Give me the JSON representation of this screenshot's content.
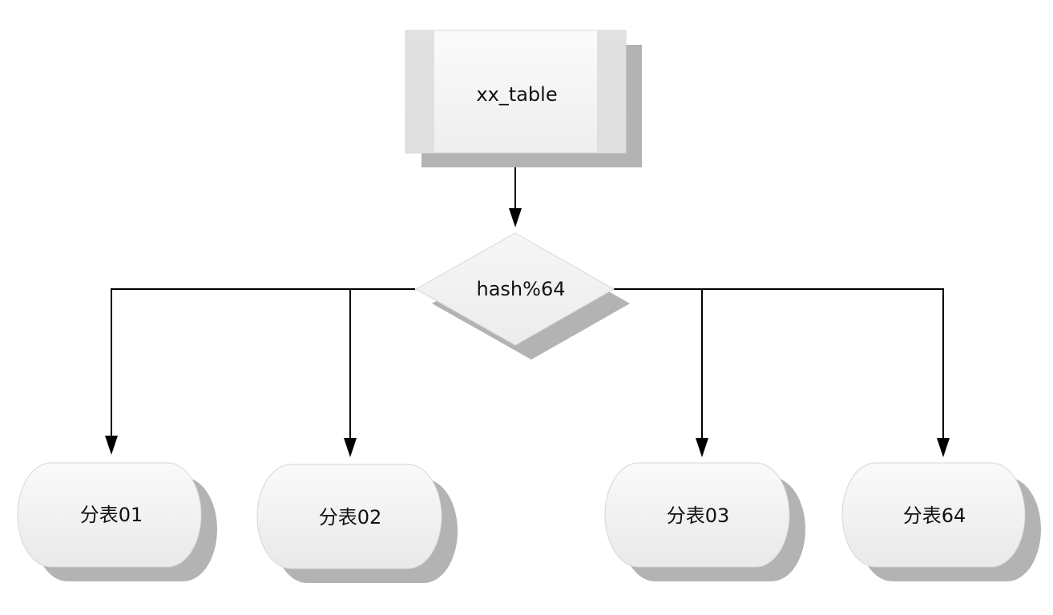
{
  "diagram": {
    "source": {
      "label": "xx_table"
    },
    "decision": {
      "label": "hash%64"
    },
    "targets": [
      {
        "label": "分表01"
      },
      {
        "label": "分表02"
      },
      {
        "label": "分表03"
      },
      {
        "label": "分表64"
      }
    ]
  },
  "colors": {
    "node_fill_light": "#f8f8f8",
    "node_fill_mid": "#eeeeee",
    "node_border": "#d6d6d6",
    "side_band": "#dcdcdc",
    "shadow": "#b3b3b3",
    "connector": "#000000"
  }
}
